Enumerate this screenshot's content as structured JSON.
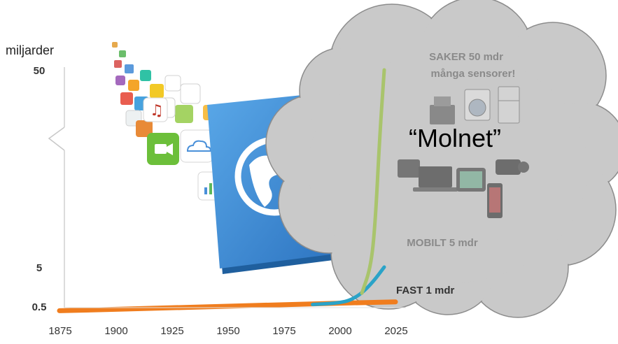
{
  "chart_data": {
    "type": "line",
    "ylabel": "miljarder",
    "x_ticks": [
      "1875",
      "1900",
      "1925",
      "1950",
      "1975",
      "2000",
      "2025"
    ],
    "y_ticks": [
      "50",
      "5",
      "0.5"
    ],
    "y_axis_break": true,
    "xlim": [
      1875,
      2025
    ],
    "series": [
      {
        "name": "FAST 1 mdr",
        "color": "#f07d1e",
        "x": [
          1875,
          1925,
          1975,
          2025
        ],
        "y": [
          0.1,
          0.35,
          0.7,
          1
        ]
      },
      {
        "name": "MOBILT 5 mdr",
        "color": "#2aa3c8",
        "x": [
          1988,
          1995,
          2000,
          2005,
          2010,
          2015,
          2020
        ],
        "y": [
          0.7,
          0.8,
          0.9,
          1.2,
          2,
          3.3,
          5
        ]
      },
      {
        "name": "SAKER 50 mdr",
        "color": "#a9c46c",
        "x": [
          2010,
          2014,
          2016,
          2018,
          2020
        ],
        "y": [
          2,
          5,
          15,
          35,
          50
        ]
      }
    ]
  },
  "labels": {
    "cloud_title": "“Molnet”",
    "saker_line1": "SAKER 50 mdr",
    "saker_line2": "många sensorer!",
    "mobilt": "MOBILT 5 mdr",
    "fast": "FAST 1 mdr"
  },
  "colors": {
    "cloud_fill": "#c9c9c9",
    "cloud_stroke": "#8c8c8c",
    "tablet_blue": "#3f8ed6",
    "grid_axis": "#d8d8d8"
  },
  "icons": [
    "app-tile-icon",
    "globe-icon",
    "video-camera-icon",
    "cloud-icon",
    "music-note-icon",
    "bar-chart-icon",
    "cash-register-icon",
    "washing-machine-icon",
    "refrigerator-icon",
    "tablet-icon",
    "laptop-icon",
    "gps-device-icon",
    "camcorder-icon",
    "smartphone-icon"
  ]
}
